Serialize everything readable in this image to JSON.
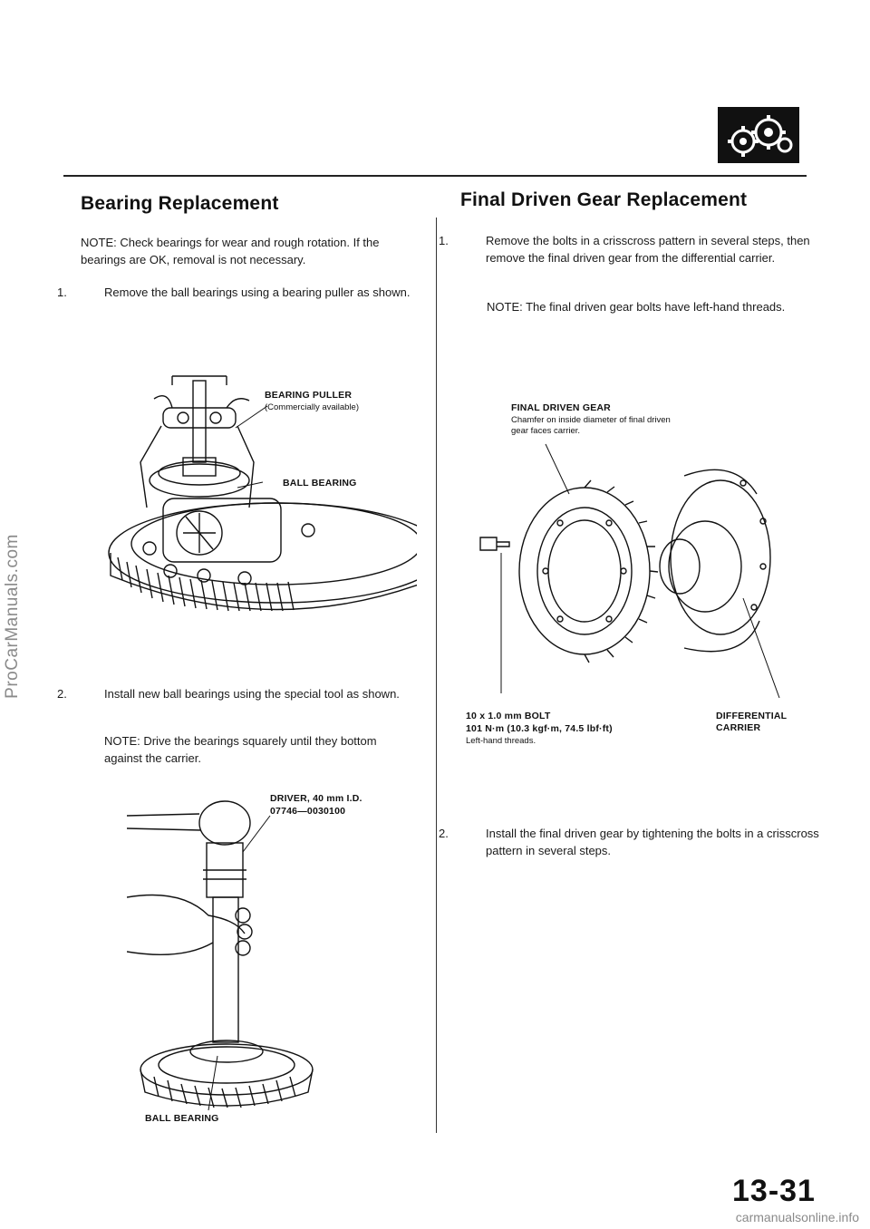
{
  "watermark": {
    "side": "ProCarManuals.com",
    "footer": "carmanualsonline.info"
  },
  "section_icon": "differential-gear-icon",
  "left": {
    "title": "Bearing Replacement",
    "note": "NOTE: Check bearings for wear and rough rotation. If the bearings are OK, removal is not necessary.",
    "step1": {
      "num": "1.",
      "text": "Remove the ball bearings using a bearing puller as shown."
    },
    "fig1": {
      "puller_label": "BEARING PULLER",
      "puller_sub": "(Commercially available)",
      "bearing_label": "BALL BEARING"
    },
    "step2": {
      "num": "2.",
      "text": "Install new ball bearings using the special tool as shown."
    },
    "note2": "NOTE: Drive the bearings squarely until they bottom against the carrier.",
    "fig2": {
      "driver_label": "DRIVER, 40 mm I.D.",
      "driver_code": "07746—0030100",
      "bearing_label": "BALL BEARING"
    }
  },
  "right": {
    "title": "Final Driven Gear Replacement",
    "step1": {
      "num": "1.",
      "text": "Remove the bolts in a crisscross pattern in several steps, then remove the final driven gear from the differential carrier."
    },
    "note": "NOTE: The final driven gear bolts have left-hand threads.",
    "fig": {
      "gear_label": "FINAL DRIVEN GEAR",
      "gear_sub": "Chamfer on inside diameter of final driven gear faces carrier.",
      "bolt_label": "10 x 1.0 mm BOLT",
      "bolt_torque": "101 N·m (10.3 kgf·m, 74.5 lbf·ft)",
      "bolt_sub": "Left-hand threads.",
      "carrier_label": "DIFFERENTIAL CARRIER"
    },
    "step2": {
      "num": "2.",
      "text": "Install the final driven gear by tightening the bolts in a crisscross pattern in several steps."
    }
  },
  "page_number": "13-31"
}
